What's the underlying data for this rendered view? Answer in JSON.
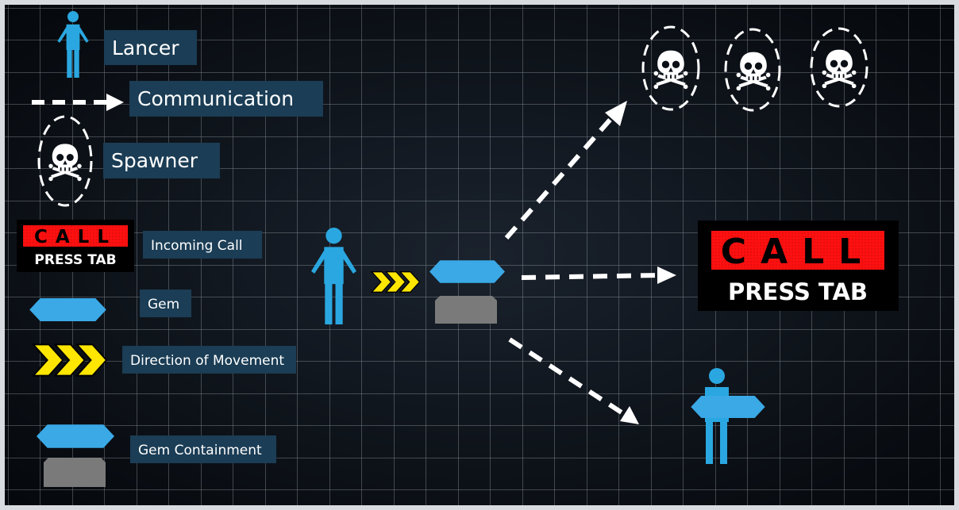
{
  "legend": {
    "lancer_label": "Lancer",
    "communication_label": "Communication",
    "spawner_label": "Spawner",
    "incoming_call_label": "Incoming Call",
    "gem_label": "Gem",
    "direction_label": "Direction of Movement",
    "gem_containment_label": "Gem Containment"
  },
  "call_badge": {
    "call_text": "CALL",
    "press_text": "PRESS TAB"
  },
  "colors": {
    "background": "#0b1017",
    "grid": "#cfd6dc",
    "label_box": "#1b3d55",
    "lancer_blue": "#2aa7e0",
    "gem_blue": "#3aa9e6",
    "containment_gray": "#7a7a7a",
    "chevron_yellow": "#ffe600",
    "call_red": "#ff1010"
  },
  "icons": [
    "person-icon",
    "dashed-arrow-icon",
    "skull-icon",
    "call-badge-icon",
    "gem-icon",
    "chevron-icon",
    "containment-icon"
  ]
}
